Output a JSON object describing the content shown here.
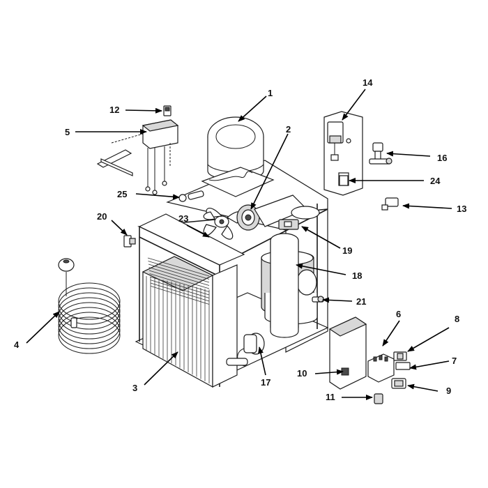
{
  "callouts": [
    {
      "id": "1",
      "label": "1"
    },
    {
      "id": "2",
      "label": "2"
    },
    {
      "id": "3",
      "label": "3"
    },
    {
      "id": "4",
      "label": "4"
    },
    {
      "id": "5",
      "label": "5"
    },
    {
      "id": "6",
      "label": "6"
    },
    {
      "id": "7",
      "label": "7"
    },
    {
      "id": "8",
      "label": "8"
    },
    {
      "id": "9",
      "label": "9"
    },
    {
      "id": "10",
      "label": "10"
    },
    {
      "id": "11",
      "label": "11"
    },
    {
      "id": "12",
      "label": "12"
    },
    {
      "id": "13",
      "label": "13"
    },
    {
      "id": "14",
      "label": "14"
    },
    {
      "id": "16",
      "label": "16"
    },
    {
      "id": "17",
      "label": "17"
    },
    {
      "id": "18",
      "label": "18"
    },
    {
      "id": "19",
      "label": "19"
    },
    {
      "id": "20",
      "label": "20"
    },
    {
      "id": "21",
      "label": "21"
    },
    {
      "id": "23",
      "label": "23"
    },
    {
      "id": "24",
      "label": "24"
    },
    {
      "id": "25",
      "label": "25"
    }
  ]
}
